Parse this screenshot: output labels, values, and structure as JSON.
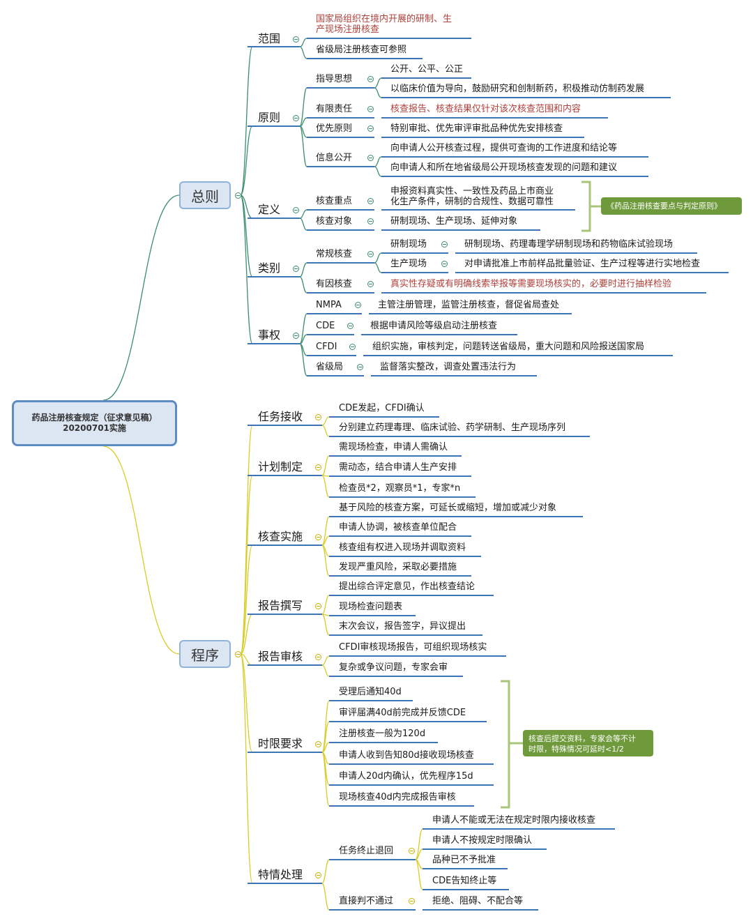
{
  "root": {
    "line1": "药品注册核查规定（征求意见稿）",
    "line2": "20200701实施"
  },
  "hubs": {
    "general": "总则",
    "procedure": "程序"
  },
  "general": {
    "scope": {
      "label": "范围",
      "items": [
        "国家局组织在境内开展的研制、生",
        "产现场注册核查",
        "省级局注册核查可参照"
      ]
    },
    "principles": {
      "label": "原则",
      "guiding": {
        "label": "指导思想",
        "items": [
          "公开、公平、公正",
          "以临床价值为导向，鼓励研究和创制新药，积极推动仿制药发展"
        ]
      },
      "limited": {
        "label": "有限责任",
        "item": "核查报告、核查结果仅针对该次核查范围和内容"
      },
      "priority": {
        "label": "优先原则",
        "item": "特别审批、优先审评审批品种优先安排核查"
      },
      "disclosure": {
        "label": "信息公开",
        "items": [
          "向申请人公开核查过程，提供可查询的工作进度和结论等",
          "向申请人和所在地省级局公开现场核查发现的问题和建议"
        ]
      }
    },
    "definition": {
      "label": "定义",
      "focus": {
        "label": "核查重点",
        "line1": "申报资料真实性、一致性及药品上市商业",
        "line2": "化生产条件，研制的合规性、数据可靠性"
      },
      "object": {
        "label": "核查对象",
        "item": "研制现场、生产现场、延伸对象"
      },
      "note": "《药品注册核查要点与判定原则》"
    },
    "category": {
      "label": "类别",
      "routine": {
        "label": "常规核查",
        "rd": {
          "label": "研制现场",
          "item": "研制现场、药理毒理学研制现场和药物临床试验现场"
        },
        "prod": {
          "label": "生产现场",
          "item": "对申请批准上市前样品批量验证、生产过程等进行实地检查"
        }
      },
      "cause": {
        "label": "有因核查",
        "item": "真实性存疑或有明确线索举报等需要现场核实的，必要时进行抽样检验"
      }
    },
    "authority": {
      "label": "事权",
      "nmpa": {
        "label": "NMPA",
        "item": "主管注册管理，监管注册核查，督促省局查处"
      },
      "cde": {
        "label": "CDE",
        "item": "根据申请风险等级启动注册核查"
      },
      "cfdi": {
        "label": "CFDI",
        "item": "组织实施，审核判定，问题转送省级局，重大问题和风险报送国家局"
      },
      "prov": {
        "label": "省级局",
        "item": "监督落实整改，调查处置违法行为"
      }
    }
  },
  "procedure": {
    "receive": {
      "label": "任务接收",
      "items": [
        "CDE发起，CFDI确认",
        "分别建立药理毒理、临床试验、药学研制、生产现场序列"
      ]
    },
    "plan": {
      "label": "计划制定",
      "items": [
        "需现场检查，申请人需确认",
        "需动态，结合申请人生产安排",
        "检查员*2，观察员*1，专家*n"
      ]
    },
    "implement": {
      "label": "核查实施",
      "items": [
        "基于风险的核查方案，可延长或缩短，增加或减少对象",
        "申请人协调，被核查单位配合",
        "核查组有权进入现场并调取资料",
        "发现严重风险，采取必要措施"
      ]
    },
    "report": {
      "label": "报告撰写",
      "items": [
        "提出综合评定意见，作出核查结论",
        "现场检查问题表",
        "末次会议，报告签字，异议提出"
      ]
    },
    "review": {
      "label": "报告审核",
      "items": [
        "CFDI审核现场报告，可组织现场核实",
        "复杂或争议问题，专家会审"
      ]
    },
    "timing": {
      "label": "时限要求",
      "items": [
        "受理后通知40d",
        "审评届满40d前完成并反馈CDE",
        "注册核查一般为120d",
        "申请人收到告知80d接收现场核查",
        "申请人20d内确认，优先程序15d",
        "现场核查40d内完成报告审核"
      ],
      "note": [
        "核查后提交资料，专家会等不计",
        "时限，特殊情况可延时<1/2"
      ]
    },
    "special": {
      "label": "特情处理",
      "terminate": {
        "label": "任务终止退回",
        "items": [
          "申请人不能或无法在规定时限内接收核查",
          "申请人不按规定时限确认",
          "品种已不予批准",
          "CDE告知终止等"
        ]
      },
      "fail": {
        "label": "直接判不通过",
        "item": "拒绝、阻碍、不配合等"
      }
    }
  }
}
